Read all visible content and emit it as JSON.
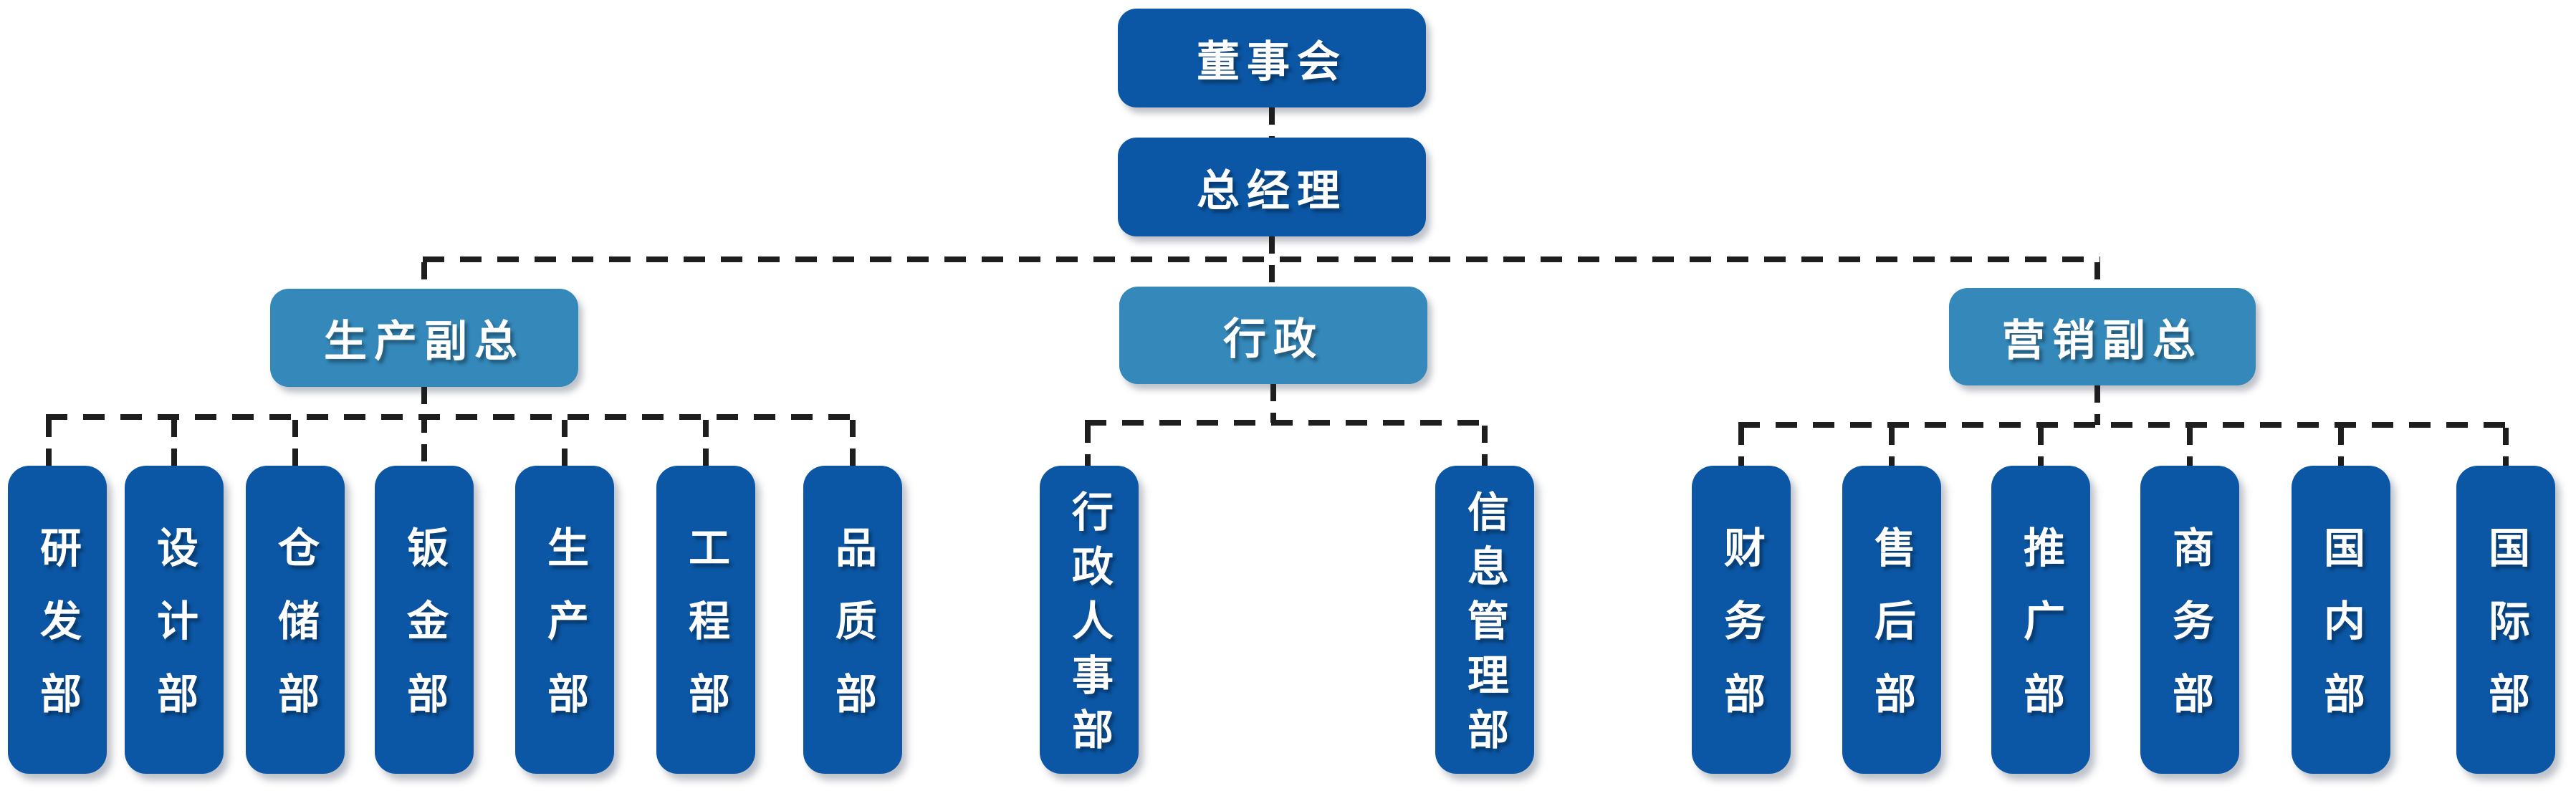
{
  "colors": {
    "primary": "#0b57a5",
    "secondary": "#3488ba",
    "dash": "#1e1e1e",
    "label": "#ffffff",
    "bg": "#ffffff"
  },
  "org": {
    "board": "董事会",
    "general_manager": "总经理",
    "branches": [
      {
        "label": "生产副总",
        "children": [
          "研发部",
          "设计部",
          "仓储部",
          "钣金部",
          "生产部",
          "工程部",
          "品质部"
        ]
      },
      {
        "label": "行政",
        "children": [
          "行政人事部",
          "信息管理部"
        ]
      },
      {
        "label": "营销副总",
        "children": [
          "财务部",
          "售后部",
          "推广部",
          "商务部",
          "国内部",
          "国际部"
        ]
      }
    ]
  }
}
